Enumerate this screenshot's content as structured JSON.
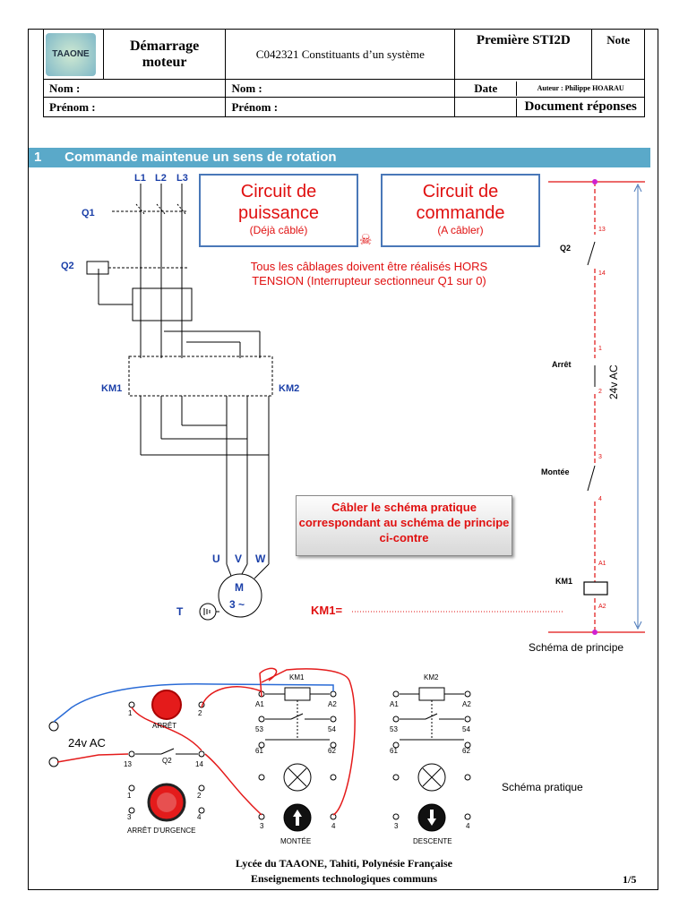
{
  "header": {
    "logo_text": "TAAONE",
    "title": "Démarrage moteur",
    "course": "C042321 Constituants d’un système",
    "level": "Première STI2D",
    "note": "Note",
    "nom1": "Nom :",
    "nom2": "Nom :",
    "date": "Date",
    "author": "Auteur : Philippe HOARAU",
    "prenom1": "Prénom :",
    "prenom2": "Prénom :",
    "doc_type": "Document réponses"
  },
  "section": {
    "number": "1",
    "title": "Commande maintenue un sens de rotation"
  },
  "boxes": {
    "power_title": "Circuit de puissance",
    "power_sub": "(Déjà câblé)",
    "control_title": "Circuit de commande",
    "control_sub": "(A câbler)"
  },
  "warning": "Tous les câblages doivent être réalisés HORS TENSION (Interrupteur sectionneur Q1 sur 0)",
  "instruction": "Câbler le schéma pratique correspondant au schéma de principe ci-contre",
  "power_labels": {
    "l1": "L1",
    "l2": "L2",
    "l3": "L3",
    "q1": "Q1",
    "q2": "Q2",
    "km1": "KM1",
    "km2": "KM2",
    "u": "U",
    "v": "V",
    "w": "W",
    "t": "T",
    "motor_m": "M",
    "motor_3": "3 ~"
  },
  "km1_eq": "KM1=",
  "principle": {
    "q2": "Q2",
    "arret": "Arrêt",
    "montee": "Montée",
    "km1": "KM1",
    "voltage": "24v AC",
    "caption": "Schéma de principe",
    "n13": "13",
    "n14": "14",
    "n1": "1",
    "n2": "2",
    "n3": "3",
    "n4": "4",
    "a1": "A1",
    "a2": "A2"
  },
  "practical": {
    "voltage": "24v AC",
    "arret": "ARRÊT",
    "arret_urgence": "ARRÊT D'URGENCE",
    "q2": "Q2",
    "km1": "KM1",
    "km2": "KM2",
    "montee": "MONTÉE",
    "descente": "DESCENTE",
    "caption": "Schéma pratique",
    "t1": "1",
    "t2": "2",
    "t13": "13",
    "t14": "14",
    "t3": "3",
    "t4": "4",
    "a1": "A1",
    "a2": "A2",
    "c53": "53",
    "c54": "54",
    "c61": "61",
    "c62": "62"
  },
  "footer": {
    "line1": "Lycée du TAAONE, Tahiti, Polynésie Française",
    "line2": "Enseignements technologiques communs",
    "page": "1/5"
  }
}
